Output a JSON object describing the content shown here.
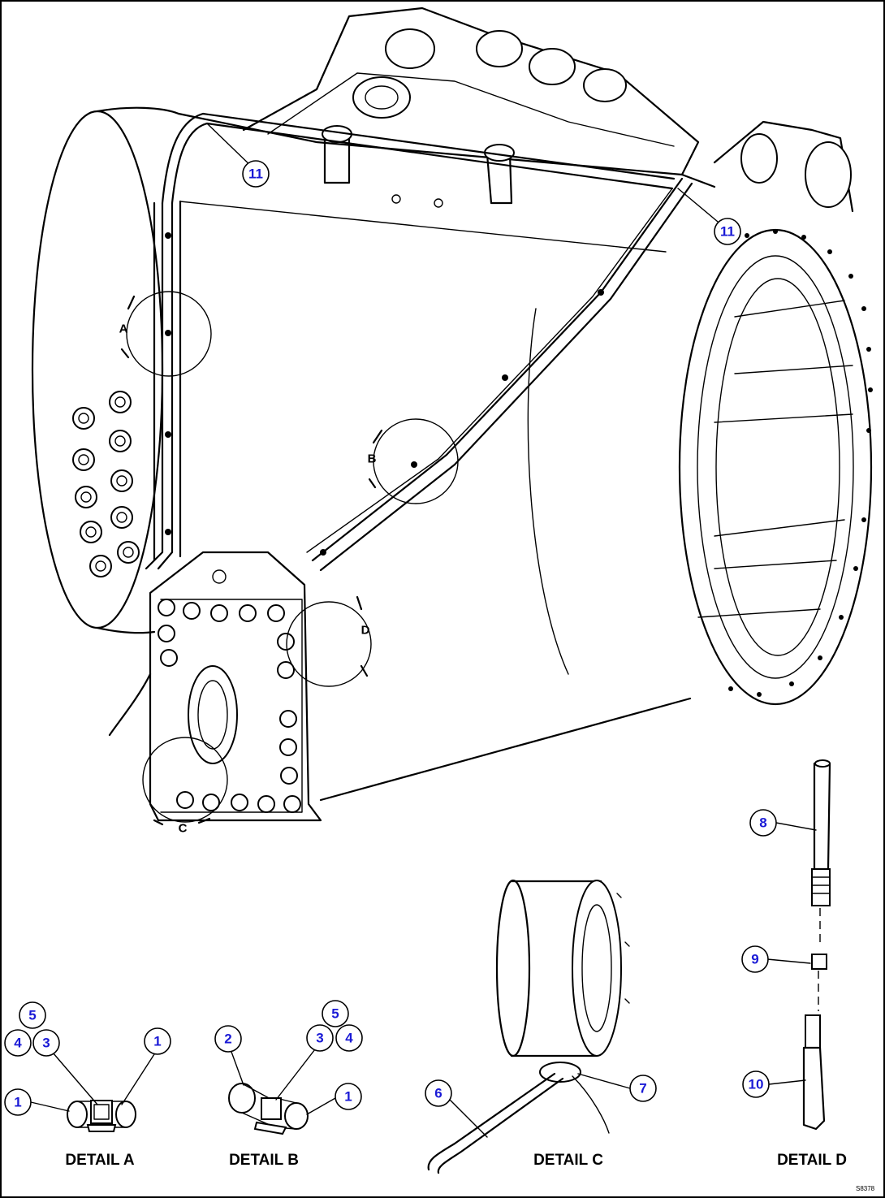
{
  "callouts": {
    "c11a": "11",
    "c11b": "11",
    "c8": "8",
    "c9": "9",
    "c10": "10",
    "c5a": "5",
    "c4a": "4",
    "c3a": "3",
    "c1a": "1",
    "c1b": "1",
    "c2": "2",
    "c5b": "5",
    "c3b": "3",
    "c4b": "4",
    "c1c": "1",
    "c6": "6",
    "c7": "7"
  },
  "detail_markers": {
    "a": "A",
    "b": "B",
    "c": "C",
    "d": "D"
  },
  "detail_captions": {
    "a": "DETAIL A",
    "b": "DETAIL B",
    "c": "DETAIL C",
    "d": "DETAIL D"
  },
  "figure_ref": "S8378",
  "colors": {
    "callout_text": "#1a1ad6",
    "line": "#000000",
    "background": "#ffffff"
  }
}
